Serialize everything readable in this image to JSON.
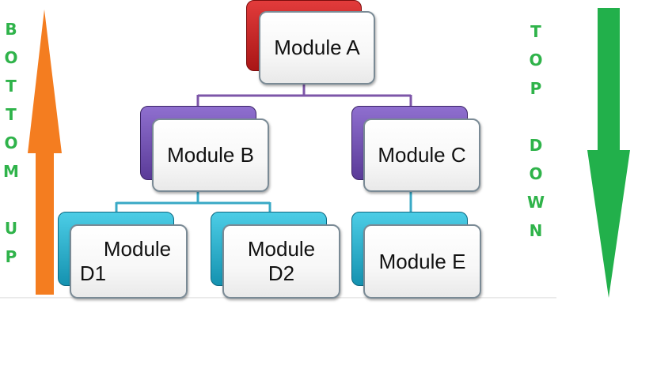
{
  "nodes": {
    "module_a": "Module A",
    "module_b": "Module B",
    "module_c": "Module C",
    "module_d1_line1": "Module",
    "module_d1_line2": "D1",
    "module_d2_line1": "Module",
    "module_d2_line2": "D2",
    "module_e": "Module E"
  },
  "labels": {
    "bottom_up": [
      "B",
      "O",
      "T",
      "T",
      "O",
      "M",
      "U",
      "P"
    ],
    "top_down": [
      "T",
      "O",
      "P",
      "D",
      "O",
      "W",
      "N"
    ]
  },
  "colors": {
    "module_a_shade": "#c0282a",
    "module_b_c_shade": "#7552b5",
    "module_d_e_shade": "#26afcc",
    "connector_purple": "#7d56a8",
    "connector_blue": "#39a9c6",
    "bottom_up_arrow": "#f47d20",
    "top_down_arrow": "#22b04b",
    "label_text": "#2fb34a"
  },
  "icons": {
    "bottom_up_arrow": "arrow-up-icon",
    "top_down_arrow": "arrow-down-icon"
  }
}
